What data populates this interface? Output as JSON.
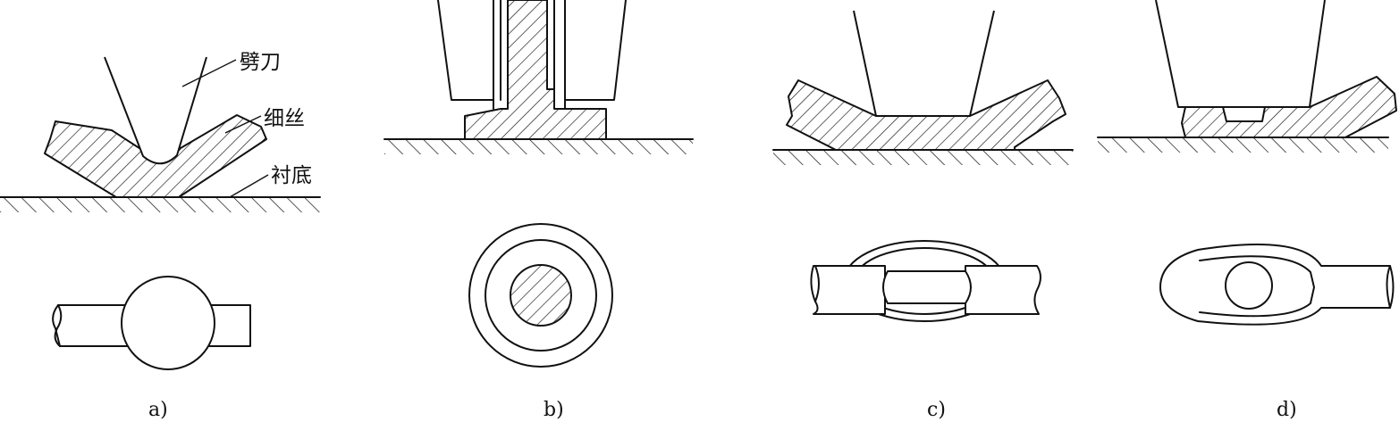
{
  "colors": {
    "line": "#111111",
    "background": "#ffffff"
  },
  "labels": {
    "blade": "劈刀",
    "wire": "细丝",
    "substrate": "衬底"
  },
  "captions": {
    "a": "a)",
    "b": "b)",
    "c": "c)",
    "d": "d)"
  }
}
